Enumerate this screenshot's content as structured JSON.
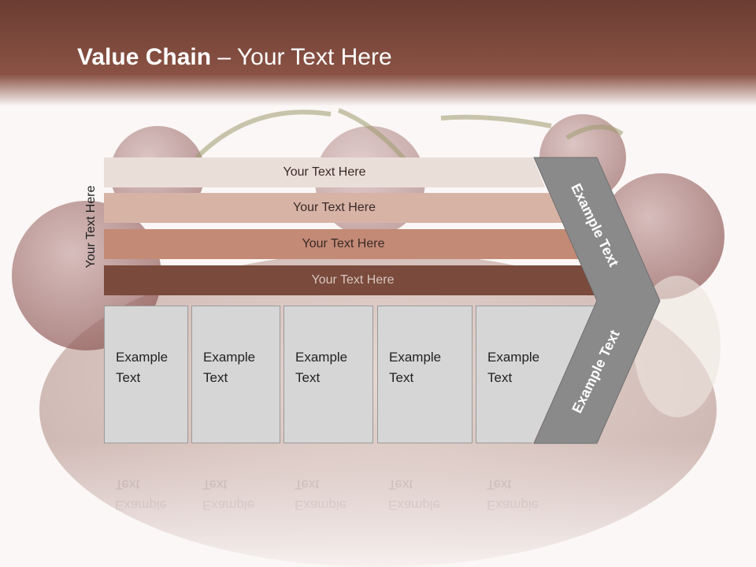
{
  "title": {
    "bold": "Value Chain",
    "rest": " – Your Text Here"
  },
  "side_label": "Your Text Here",
  "bars": [
    {
      "label": "Your Text Here",
      "color": "#eaded9"
    },
    {
      "label": "Your Text Here",
      "color": "#d7b3a6"
    },
    {
      "label": "Your Text Here",
      "color": "#c38a76"
    },
    {
      "label": "Your Text Here",
      "color": "#7a4a3c"
    }
  ],
  "boxes": [
    {
      "text": "Example\nText"
    },
    {
      "text": "Example\nText"
    },
    {
      "text": "Example\nText"
    },
    {
      "text": "Example\nText"
    },
    {
      "text": "Example\nText"
    }
  ],
  "chevron": {
    "top": "Example Text",
    "bottom": "Example Text",
    "color": "#8a8a8a"
  },
  "colors": {
    "title_bar": "#7a4536",
    "box_fill": "#d6d6d6"
  }
}
